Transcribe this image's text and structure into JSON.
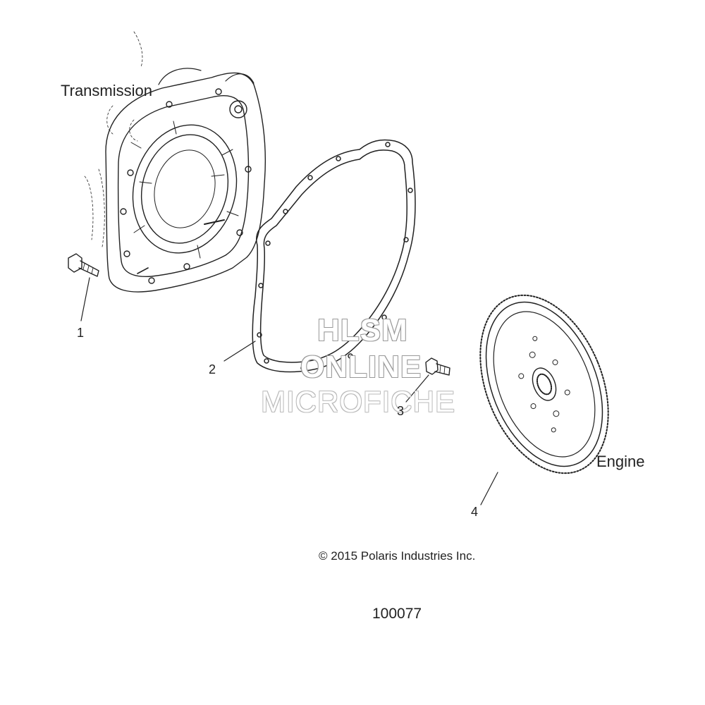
{
  "labels": {
    "transmission": "Transmission",
    "engine": "Engine"
  },
  "callouts": [
    "1",
    "2",
    "3",
    "4"
  ],
  "watermark": {
    "line1": "HLSM",
    "line2": "ONLINE",
    "line3": "MICROFICHE"
  },
  "copyright": "© 2015 Polaris Industries Inc.",
  "diagram_id": "100077"
}
